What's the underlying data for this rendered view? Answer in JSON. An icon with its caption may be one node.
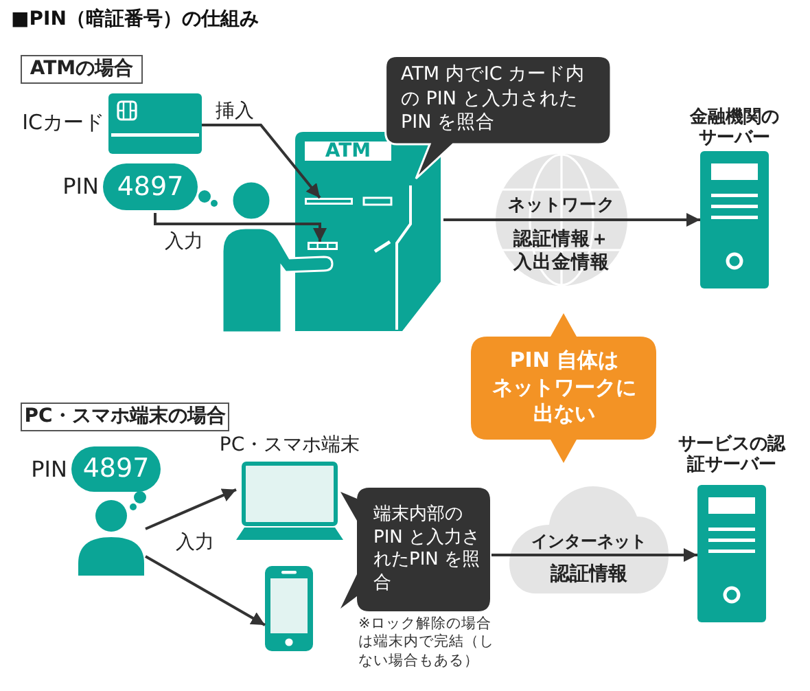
{
  "diagram": {
    "title": "■PIN（暗証番号）の仕組み",
    "nodes": [
      {
        "text": [
          "ATMの場合"
        ]
      },
      {
        "text": [
          "ATM 内でIC カード内の PIN と入力された PIN を照合"
        ]
      },
      {
        "text": [],
        "shape": "picture",
        "beside": [
          "ICカード"
        ]
      },
      {
        "text": [
          "4897"
        ],
        "beside": [
          "PIN"
        ]
      },
      {
        "text": [
          "ATM"
        ]
      },
      {
        "text": [],
        "shape": "bar",
        "in": 4
      },
      {
        "text": [],
        "shape": "box",
        "in": 4
      },
      {
        "text": [
          "金融機関のサーバー"
        ]
      },
      {
        "text": [
          "ネットワーク",
          "認証情報＋入出金情報"
        ]
      },
      {
        "text": [
          "PIN 自体はネットワークに出ない"
        ]
      },
      {
        "text": [
          "PC・スマホ端末の場合"
        ]
      },
      {
        "text": [
          "4897"
        ],
        "beside": [
          "PIN"
        ]
      },
      {
        "text": [],
        "shape": "person"
      },
      {
        "text": [
          "PC・スマホ端末"
        ]
      },
      {
        "text": [
          "端末内部のPIN と入力されたPIN を照合"
        ],
        "beside": [
          "※ロック解除の場合は端末内で完結（しない場合もある）"
        ]
      },
      {
        "text": [],
        "shape": "picture"
      },
      {
        "text": [
          "インターネット",
          "認証情報"
        ]
      },
      {
        "text": [
          "サービスの認証サーバー"
        ]
      }
    ],
    "edges": [
      {
        "from": 2,
        "to": 5,
        "arrow": "to",
        "label": "挿入"
      },
      {
        "from": 3,
        "to": 6,
        "arrow": "to",
        "label": "入力"
      },
      {
        "from": 4,
        "to": 8,
        "arrow": "none"
      },
      {
        "from": 8,
        "to": 7,
        "arrow": "to"
      },
      {
        "from": 12,
        "to": 13,
        "arrow": "to",
        "label": "入力"
      },
      {
        "from": 12,
        "to": 15,
        "arrow": "to"
      },
      {
        "from": 14,
        "to": 16,
        "arrow": "none"
      },
      {
        "from": 16,
        "to": 17,
        "arrow": "to"
      }
    ]
  }
}
